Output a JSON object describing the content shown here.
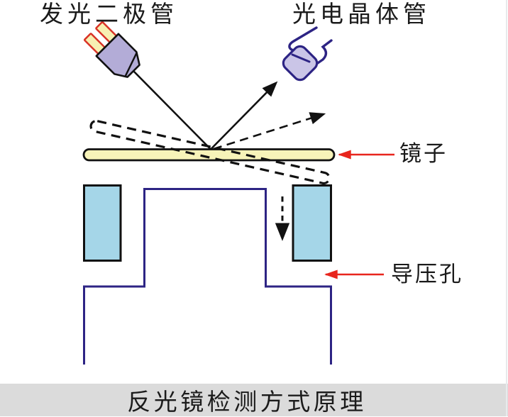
{
  "diagram": {
    "caption": "反光镜检测方式原理",
    "labels": {
      "led": "发光二极管",
      "phototransistor": "光电晶体管",
      "mirror": "镜子",
      "pressure_hole": "导压孔"
    },
    "colors": {
      "mirror_fill": "#F7F3B9",
      "port_window_fill": "#A5D6E8",
      "outline_navy": "#2D2484",
      "arrow_red": "#E8251D",
      "led_body_fill": "#B3ACD7",
      "led_pin_fill": "#F7F0B2",
      "led_pin_stroke": "#D93327",
      "photo_body_fill": "#CAC5E7",
      "caption_bg": "#DBDBDB",
      "ink": "#111111"
    }
  }
}
